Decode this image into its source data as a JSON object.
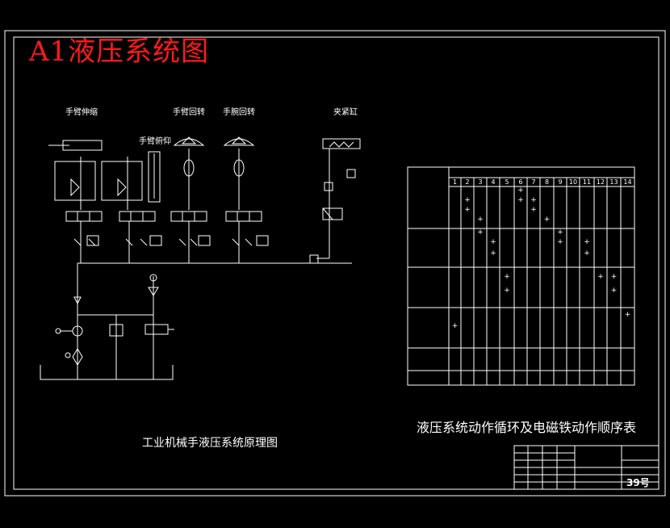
{
  "drawing": {
    "title": "A1液压系统图",
    "circuit_caption": "工业机械手液压系统原理图",
    "table_caption": "液压系统动作循环及电磁铁动作顺序表",
    "sheet_number": "39号"
  },
  "actuator_labels": {
    "arm_extend": "手臂伸缩",
    "wrist_pitch": "手臂俯仰",
    "arm_rotate": "手臂回转",
    "wrist_rotate": "手腕回转",
    "clamp": "夹紧缸"
  },
  "sequence_table": {
    "columns": [
      "1",
      "2",
      "3",
      "4",
      "5",
      "6",
      "7",
      "8",
      "9",
      "10",
      "11",
      "12",
      "13",
      "14"
    ],
    "marks": [
      {
        "row": 1,
        "col": 6
      },
      {
        "row": 1,
        "col": 6
      },
      {
        "row": 2,
        "col": 2
      },
      {
        "row": 2,
        "col": 7
      },
      {
        "row": 3,
        "col": 2
      },
      {
        "row": 3,
        "col": 7
      },
      {
        "row": 4,
        "col": 8
      },
      {
        "row": 4,
        "col": 3
      },
      {
        "row": 5,
        "col": 9
      },
      {
        "row": 5,
        "col": 3
      },
      {
        "row": 6,
        "col": 4
      },
      {
        "row": 6,
        "col": 9
      },
      {
        "row": 6,
        "col": 11
      },
      {
        "row": 7,
        "col": 4
      },
      {
        "row": 7,
        "col": 11
      },
      {
        "row": 8,
        "col": 5
      },
      {
        "row": 8,
        "col": 12
      },
      {
        "row": 8,
        "col": 13
      },
      {
        "row": 9,
        "col": 5
      },
      {
        "row": 9,
        "col": 13
      },
      {
        "row": 10,
        "col": 14
      },
      {
        "row": 11,
        "col": 1
      }
    ]
  },
  "colors": {
    "background": "#000000",
    "lines": "#ffffff",
    "title": "#ff1a1a"
  }
}
